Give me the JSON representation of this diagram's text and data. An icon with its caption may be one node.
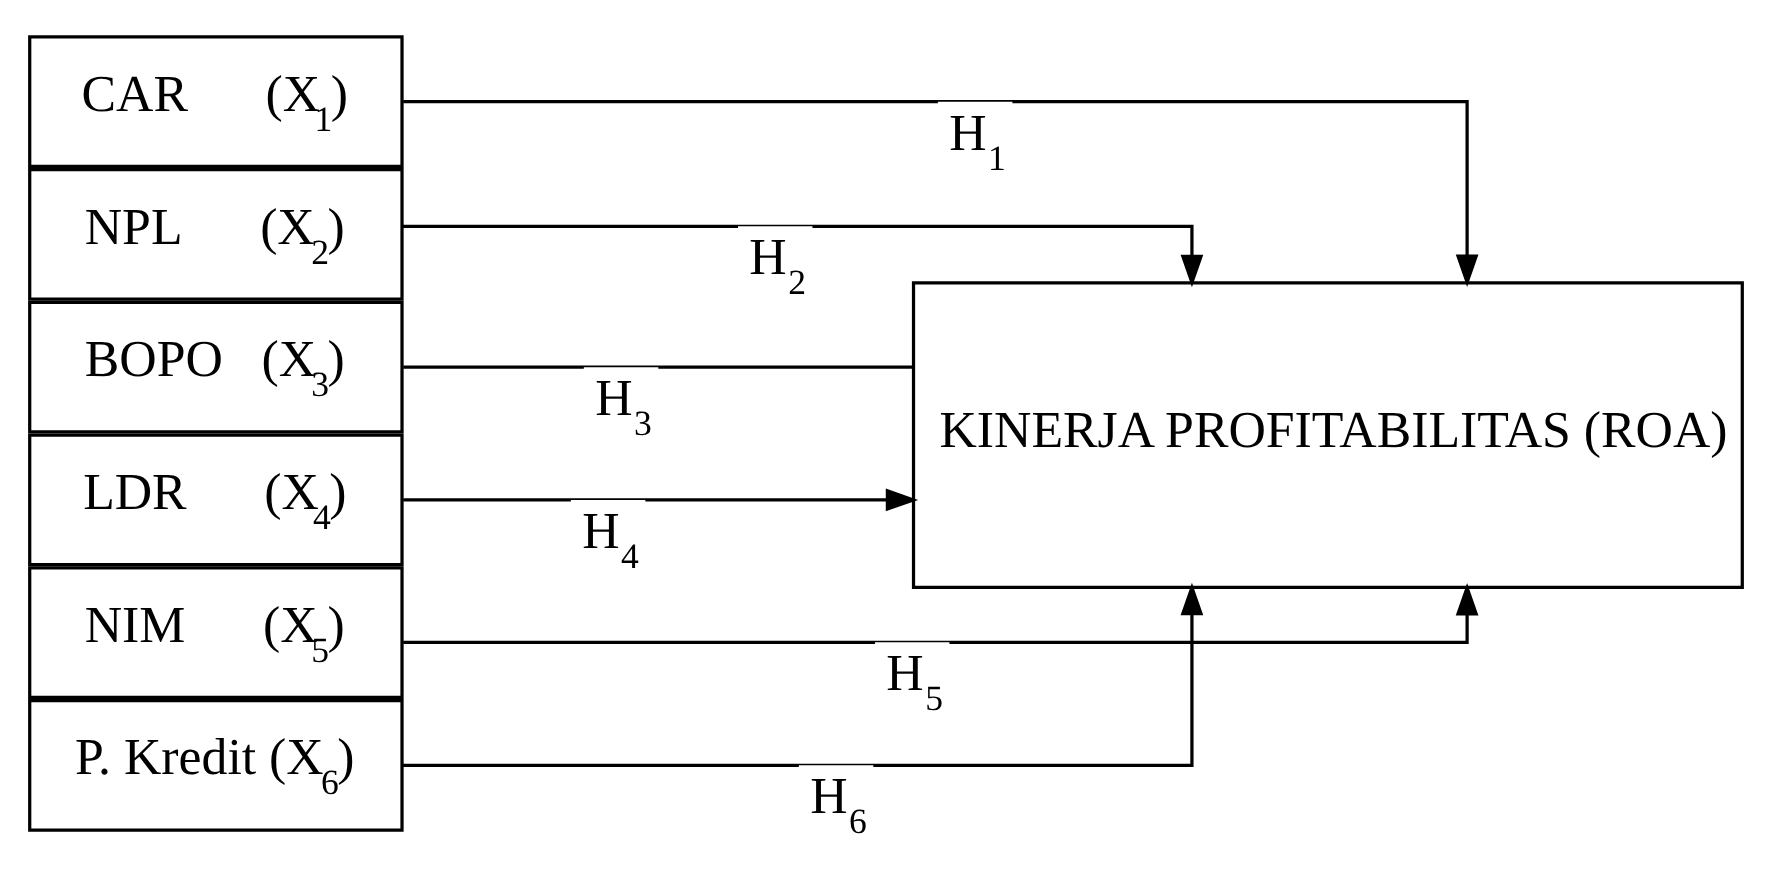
{
  "diagram": {
    "nodes": [
      {
        "text": [
          "CAR      (X$_{1}$)"
        ]
      },
      {
        "text": [
          "NPL      (X$_{2}$)"
        ]
      },
      {
        "text": [
          "BOPO   (X$_{3}$)"
        ]
      },
      {
        "text": [
          "LDR      (X$_{4}$)"
        ]
      },
      {
        "text": [
          "NIM      (X$_{5}$)"
        ]
      },
      {
        "text": [
          "P. Kredit (X$_{6}$)"
        ]
      },
      {
        "text": [
          "KINERJA PROFITABILITAS (ROA)"
        ]
      }
    ],
    "edges": [
      {
        "from": 0,
        "to": 6,
        "arrow": "to",
        "label": "H$_{1}$"
      },
      {
        "from": 1,
        "to": 6,
        "arrow": "to",
        "label": "H$_{2}$"
      },
      {
        "from": 2,
        "to": 6,
        "arrow": "none",
        "label": "H$_{3}$"
      },
      {
        "from": 3,
        "to": 6,
        "arrow": "to",
        "label": "H$_{4}$"
      },
      {
        "from": 4,
        "to": 6,
        "arrow": "to",
        "label": "H$_{5}$"
      },
      {
        "from": 5,
        "to": 6,
        "arrow": "to",
        "label": "H$_{6}$"
      }
    ]
  }
}
